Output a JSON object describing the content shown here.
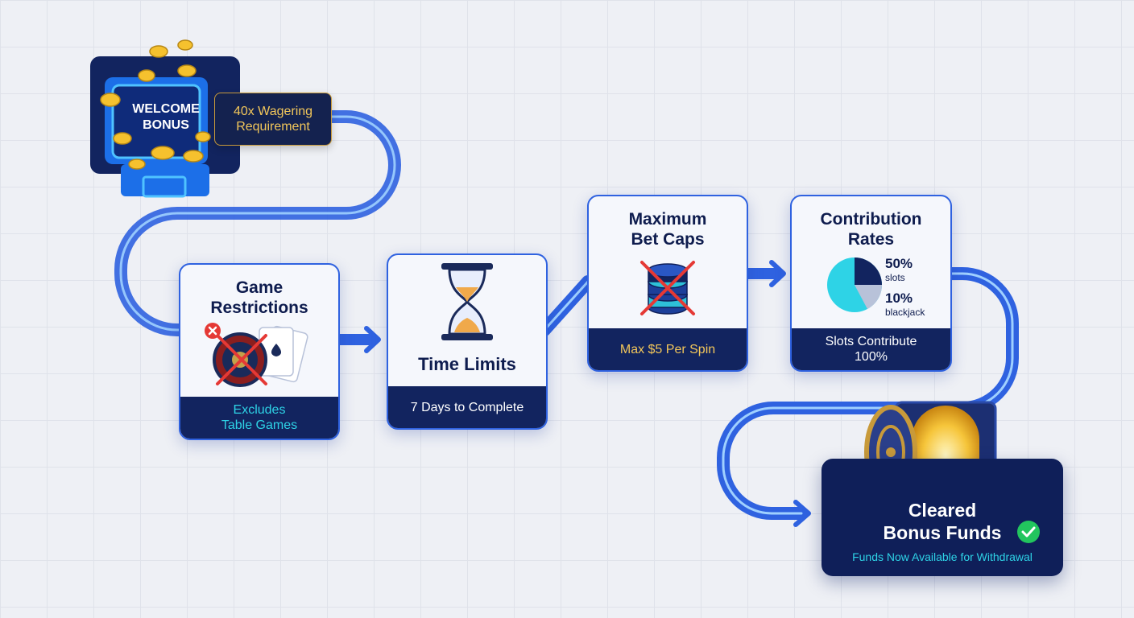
{
  "welcome": {
    "screen_text": "WELCOME\nBONUS",
    "badge": "40x Wagering\nRequirement"
  },
  "steps": {
    "game_restrictions": {
      "title": "Game\nRestrictions",
      "footer": "Excludes\nTable Games"
    },
    "time_limits": {
      "title": "Time Limits",
      "footer": "7 Days to Complete"
    },
    "bet_caps": {
      "title": "Maximum\nBet Caps",
      "footer": "Max $5 Per Spin"
    },
    "contribution": {
      "title": "Contribution\nRates",
      "slice1_value": "50%",
      "slice1_label": "slots",
      "slice2_value": "10%",
      "slice2_label": "blackjack",
      "footer": "Slots Contribute\n100%"
    }
  },
  "cleared": {
    "title": "Cleared\nBonus Funds",
    "subtitle": "Funds Now Available for Withdrawal"
  },
  "colors": {
    "path_blue": "#2f62e0",
    "navy": "#12245f",
    "gold": "#f3c75a",
    "cyan": "#2ed3e6",
    "success_green": "#22c55e"
  }
}
